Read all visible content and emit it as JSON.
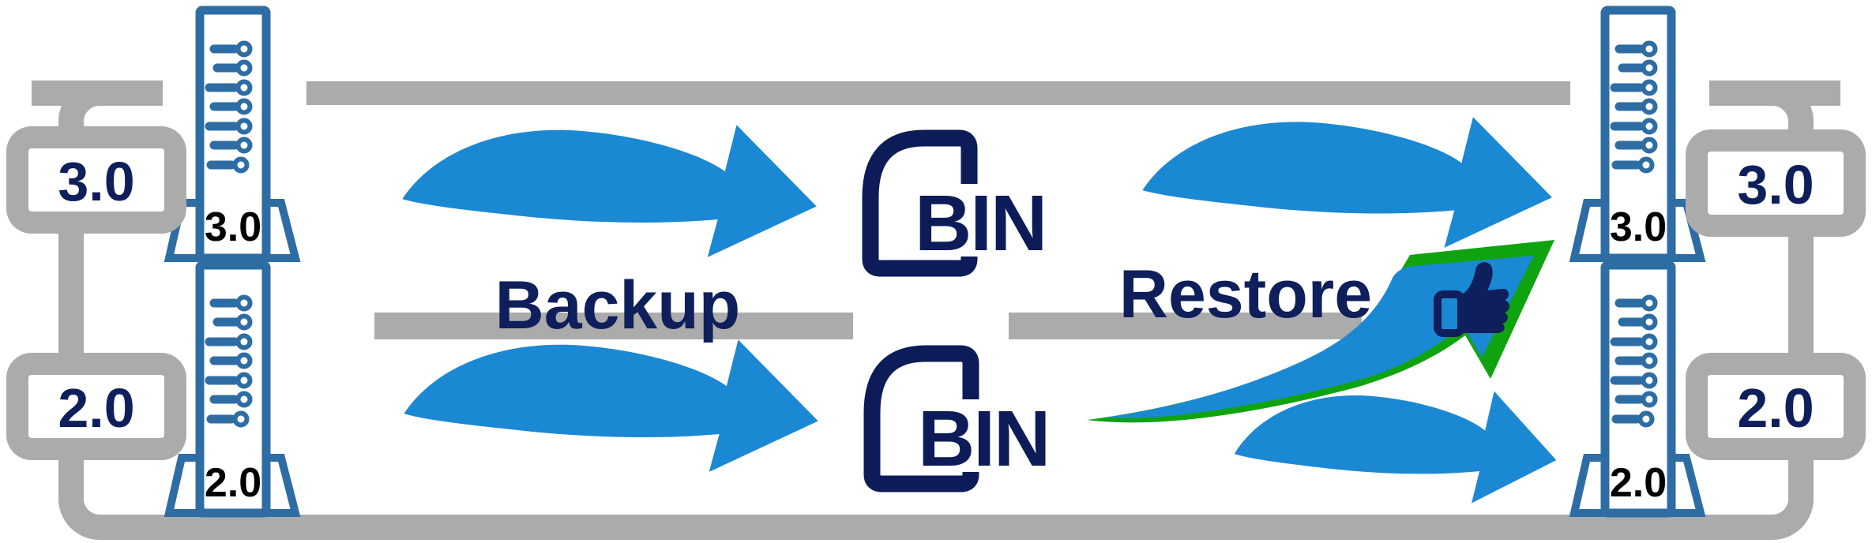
{
  "source_system": {
    "badges": [
      "3.0",
      "2.0"
    ],
    "tower_labels": [
      "3.0",
      "2.0"
    ]
  },
  "target_system": {
    "badges": [
      "3.0",
      "2.0"
    ],
    "tower_labels": [
      "3.0",
      "2.0"
    ]
  },
  "process": {
    "backup_label": "Backup",
    "restore_label": "Restore"
  },
  "bin_files": [
    "BIN",
    "BIN"
  ],
  "icons": {
    "server_tower": "server-tower-icon",
    "bin_file": "bin-file-icon",
    "swoosh_arrow": "swoosh-arrow-icon",
    "success_arrow": "success-arrow-icon",
    "thumbs_up": "thumbs-up-icon"
  },
  "colors": {
    "frame_gray": "#ababab",
    "arrow_blue": "#1b88d4",
    "tower_blue": "#2e6da4",
    "navy": "#0e1f5b",
    "success_green": "#10a310",
    "stand_label_black": "#000000",
    "background": "#ffffff"
  }
}
